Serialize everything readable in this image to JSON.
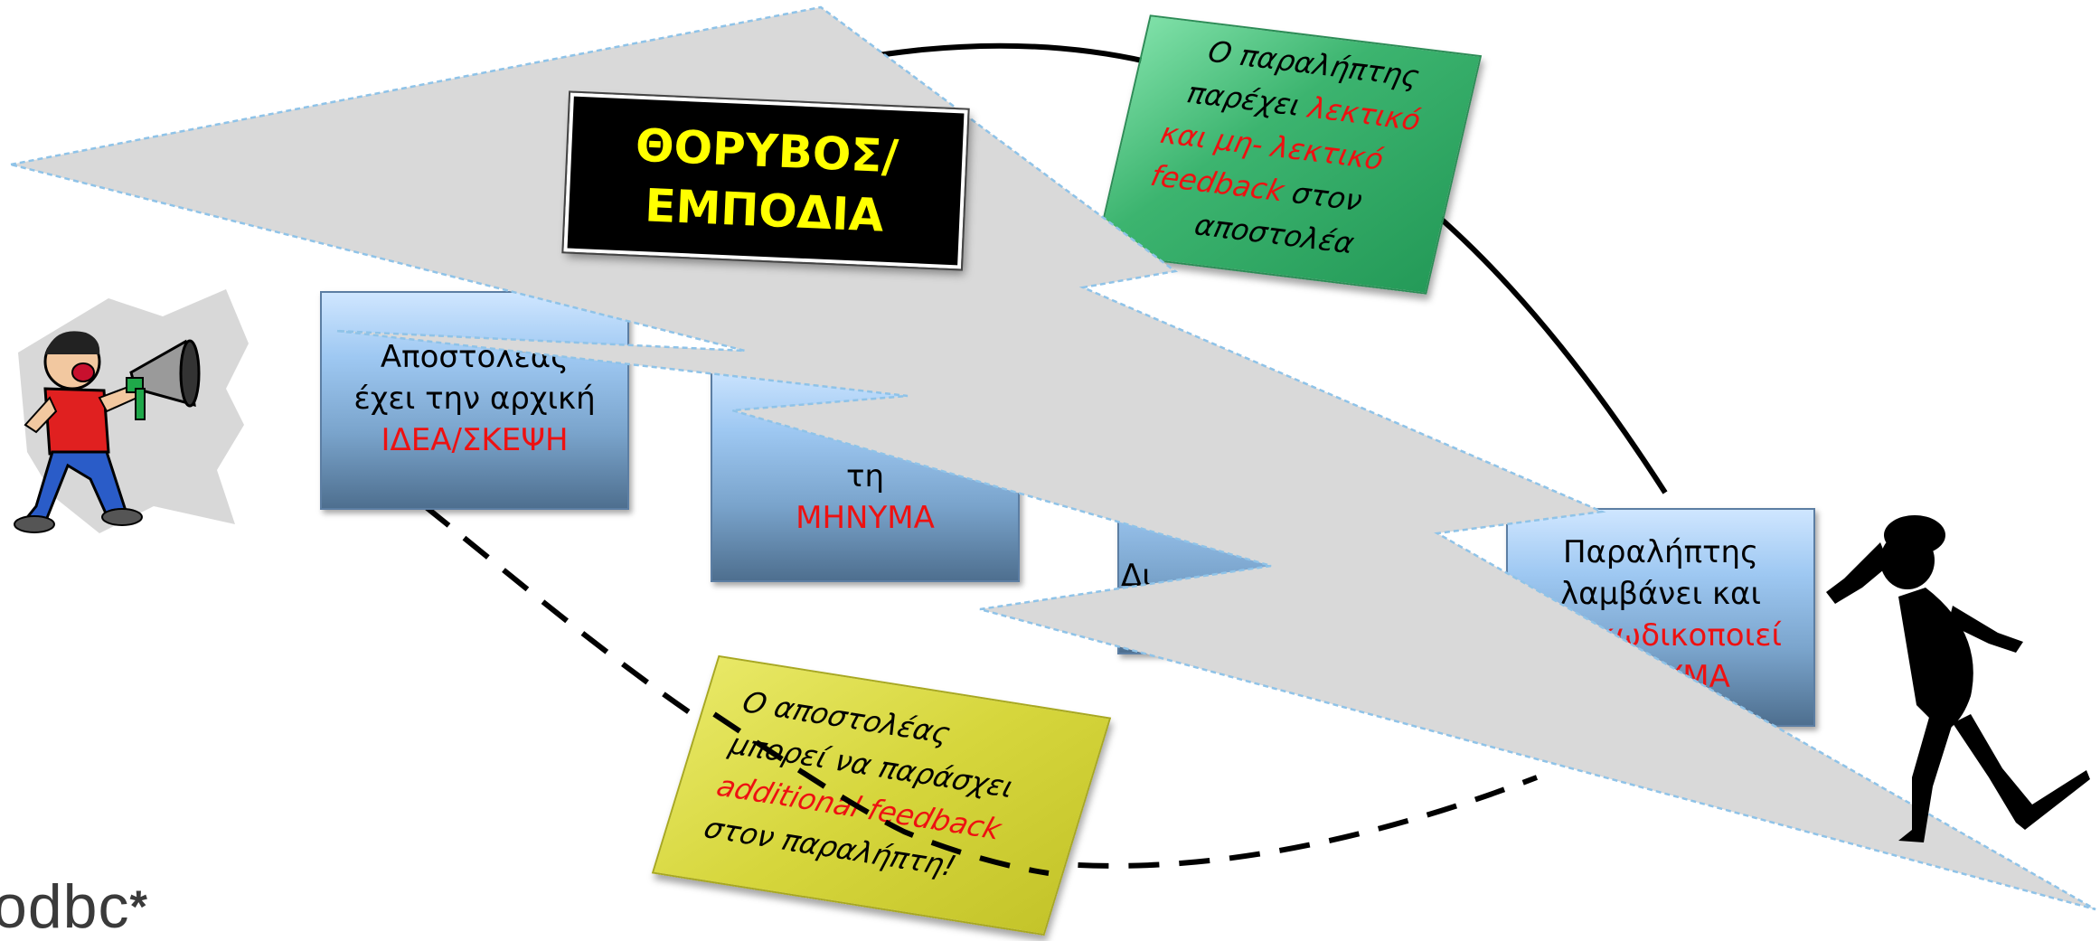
{
  "noise": {
    "line1": "ΘΟΡΥΒΟΣ/",
    "line2": "ΕΜΠΟΔΙΑ"
  },
  "sender_box": {
    "line1": "Αποστολέας",
    "line2": "έχει την αρχική",
    "highlight": "ΙΔΕΑ/ΣΚΕΨΗ"
  },
  "encode_box": {
    "line1": "",
    "line2": "τη",
    "highlight": "ΜΗΝΥΜΑ"
  },
  "channel_box": {
    "line1": "Δι"
  },
  "receiver_box": {
    "line1": "Παραλήπτης",
    "line2": "λαμβάνει και",
    "line3_prefix": "α",
    "highlight3": "ποκωδικοποιεί",
    "highlight4": "ΜΗΝΥΜΑ"
  },
  "green_note": {
    "line1": "Ο παραλήπτης",
    "line2_prefix": "παρέχει ",
    "line2_red": "λεκτικό",
    "line3_red": "και μη- λεκτικό",
    "line4_red": "feedback",
    "line4_suffix": " στον",
    "line5": "αποστολέα"
  },
  "yellow_note": {
    "line1": "Ο αποστολέας",
    "line2": "μπορεί να παράσχει",
    "line3_red": "additional feedback",
    "line4": "στον παραλήπτη!"
  },
  "logo": {
    "text": "odbc",
    "star": "*"
  },
  "colors": {
    "box_top": "#cfe6ff",
    "box_bottom": "#4e6f8f",
    "highlight_red": "#ee1111",
    "noise_bg": "#000000",
    "noise_text": "#ffff00",
    "lightning_fill": "#d9d9d9",
    "green_note": "#3cb46f",
    "yellow_note": "#d6d63c"
  },
  "icons": [
    "shouting-man-megaphone-icon",
    "listening-man-silhouette-icon",
    "lightning-bolt-noise-icon"
  ]
}
